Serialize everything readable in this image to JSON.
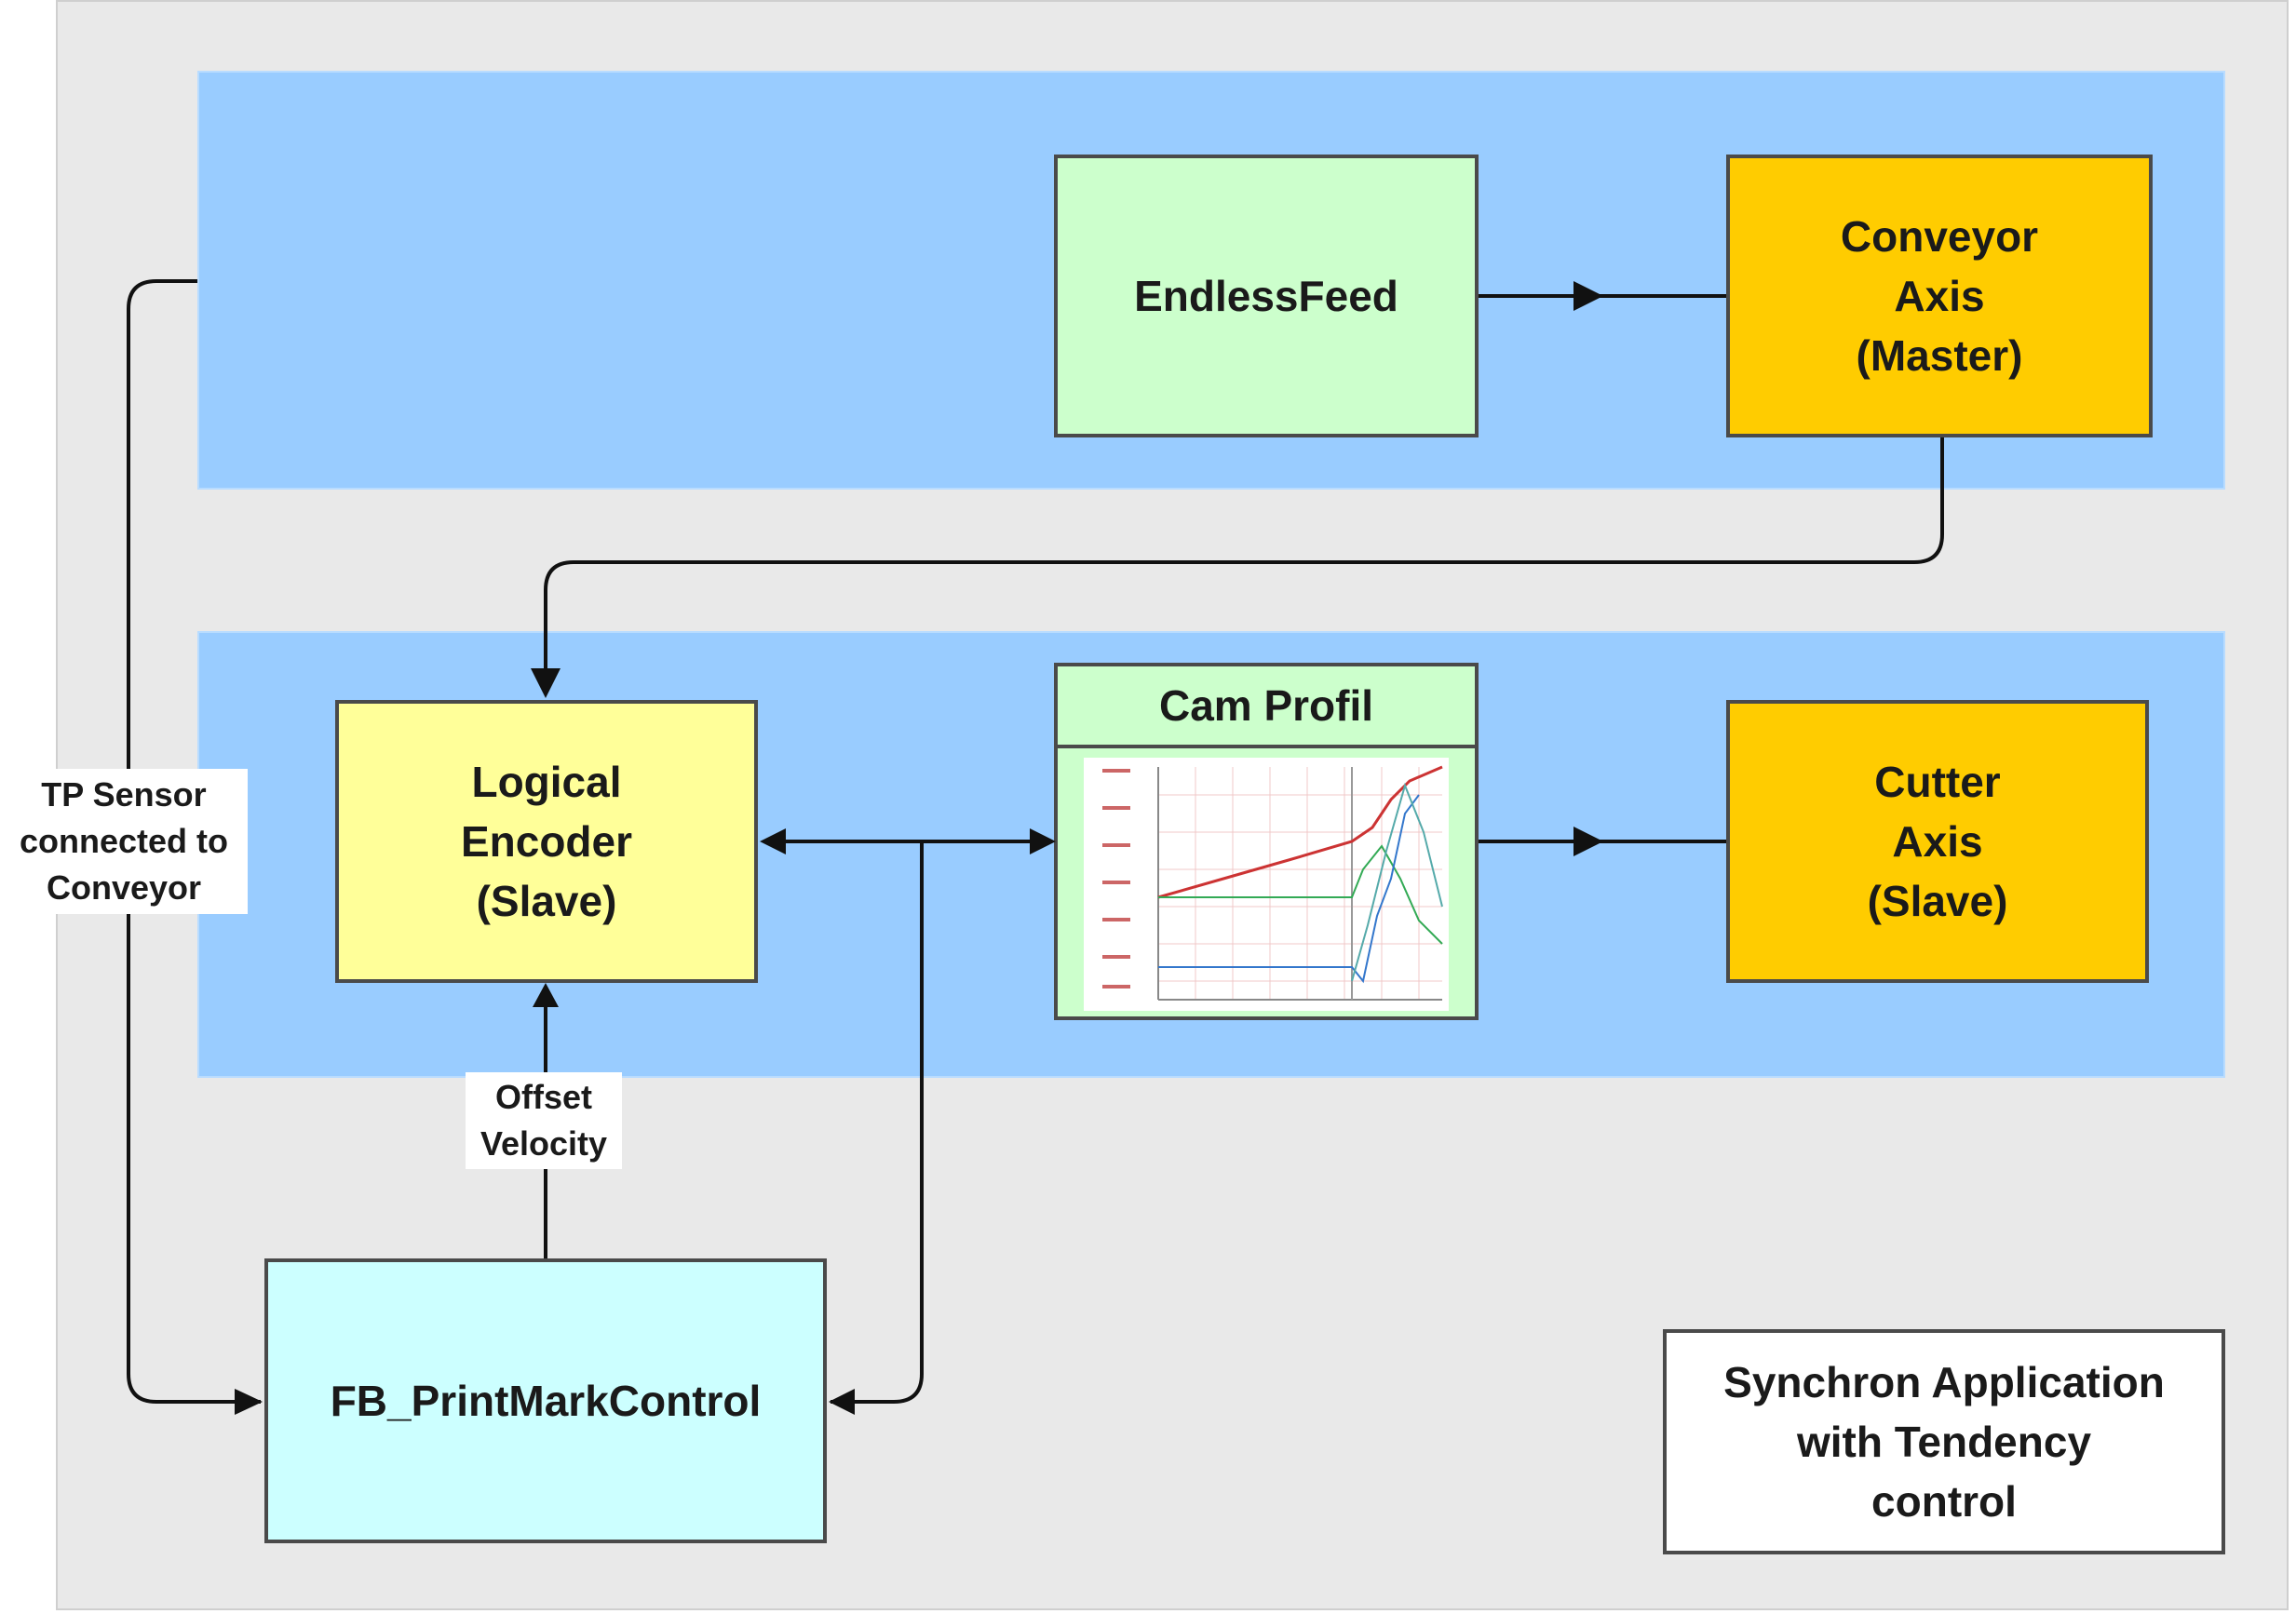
{
  "blocks": {
    "endless_feed": "EndlessFeed",
    "conveyor_axis": "Conveyor\nAxis\n(Master)",
    "logical_encoder": "Logical\nEncoder\n(Slave)",
    "cam_profil_title": "Cam Profil",
    "cutter_axis": "Cutter\nAxis\n(Slave)",
    "print_mark_control": "FB_PrintMarkControl"
  },
  "labels": {
    "tp_sensor": "TP Sensor\nconnected to\nConveyor",
    "offset_velocity": "Offset\nVelocity"
  },
  "legend": {
    "text": "Synchron Application\nwith Tendency\ncontrol"
  },
  "colors": {
    "canvas": "#e9e9e9",
    "lane": "#99ccff",
    "green_block": "#ccffcc",
    "axis_block": "#ffcc00",
    "encoder_block": "#ffff99",
    "control_block": "#ccffff",
    "curve_red": "#cc3333",
    "curve_green": "#33aa55",
    "curve_blue": "#3377cc",
    "curve_teal": "#55aaaa"
  }
}
